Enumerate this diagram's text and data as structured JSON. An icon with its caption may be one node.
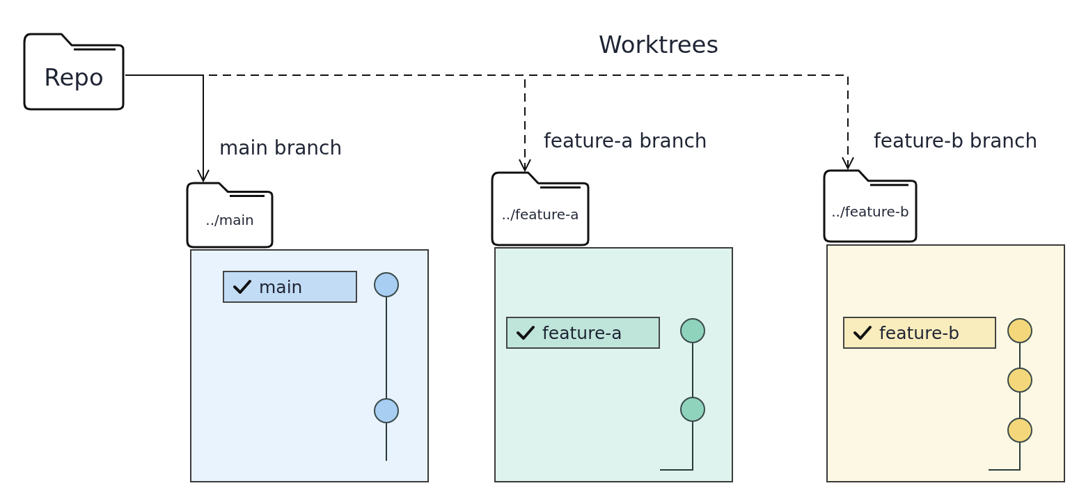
{
  "diagram": {
    "title": "Worktrees",
    "nodes": [
      {
        "text": [
          "Repo"
        ]
      },
      {
        "text": [
          "../main"
        ]
      },
      {
        "text": [],
        "shape": "box"
      },
      {
        "text": [
          "main"
        ],
        "in": 2
      },
      {
        "text": [],
        "shape": "circle",
        "in": 2
      },
      {
        "text": [],
        "shape": "circle",
        "in": 2
      },
      {
        "text": [
          "../feature-a"
        ]
      },
      {
        "text": [],
        "shape": "box"
      },
      {
        "text": [
          "feature-a"
        ],
        "in": 7
      },
      {
        "text": [],
        "shape": "circle",
        "in": 7
      },
      {
        "text": [],
        "shape": "circle",
        "in": 7
      },
      {
        "text": [
          "../feature-b"
        ]
      },
      {
        "text": [],
        "shape": "box"
      },
      {
        "text": [
          "feature-b"
        ],
        "in": 12
      },
      {
        "text": [],
        "shape": "circle",
        "in": 12
      },
      {
        "text": [],
        "shape": "circle",
        "in": 12
      },
      {
        "text": [],
        "shape": "circle",
        "in": 12
      }
    ],
    "edges": [
      {
        "from": 0,
        "to": 1,
        "arrow": "to",
        "label": "main branch"
      },
      {
        "from": 0,
        "to": 6,
        "arrow": "to",
        "label": "feature-a branch",
        "style": "dashed"
      },
      {
        "from": 0,
        "to": 11,
        "arrow": "to",
        "label": "feature-b branch",
        "style": "dashed"
      },
      {
        "from": 4,
        "to": 5,
        "arrow": "none"
      },
      {
        "from": 5,
        "to": null,
        "arrow": "none"
      },
      {
        "from": 9,
        "to": 10,
        "arrow": "none"
      },
      {
        "from": 10,
        "to": null,
        "arrow": "none"
      },
      {
        "from": 14,
        "to": 15,
        "arrow": "none"
      },
      {
        "from": 15,
        "to": 16,
        "arrow": "none"
      },
      {
        "from": 16,
        "to": null,
        "arrow": "none"
      }
    ]
  }
}
